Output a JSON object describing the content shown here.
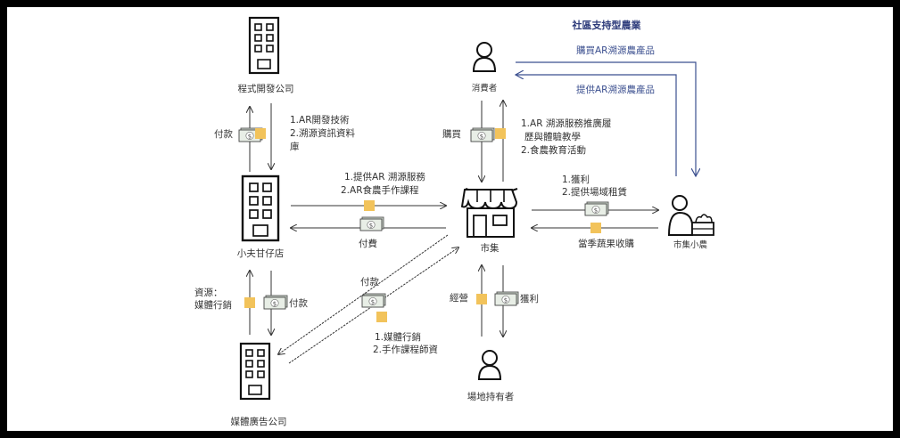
{
  "title": "社區支持型農業",
  "csa_flows": {
    "buy": "購買AR溯源農產品",
    "provide": "提供AR溯源農產品"
  },
  "nodes": {
    "dev_company": "程式開發公司",
    "shop": "小夫甘仔店",
    "ad_company": "媒體廣告公司",
    "consumer": "消費者",
    "market": "市集",
    "venue_owner": "場地持有者",
    "farmer": "市集小農"
  },
  "flows": {
    "dev_pay": "付款",
    "dev_give": [
      "1.AR開發技術",
      "2.溯源資訊資料",
      "庫"
    ],
    "shop_to_market": [
      "1.提供AR 溯源服務",
      "2.AR食農手作課程"
    ],
    "market_to_shop": "付費",
    "shop_ad_resource": [
      "資源：",
      "媒體行銷"
    ],
    "shop_ad_pay": "付款",
    "ad_market_pay": "付款",
    "ad_market_give": [
      "1.媒體行銷",
      "2.手作課程師資"
    ],
    "consumer_buy": "購買",
    "consumer_give": [
      "1.AR 溯源服務推廣履",
      "歷與體驗教學",
      "2.食農教育活動"
    ],
    "market_farmer": [
      "1.獲利",
      "2.提供場域租賃"
    ],
    "farmer_market": "當季蔬果收購",
    "venue_operate": "經營",
    "venue_profit": "獲利"
  },
  "money_symbol": "$"
}
